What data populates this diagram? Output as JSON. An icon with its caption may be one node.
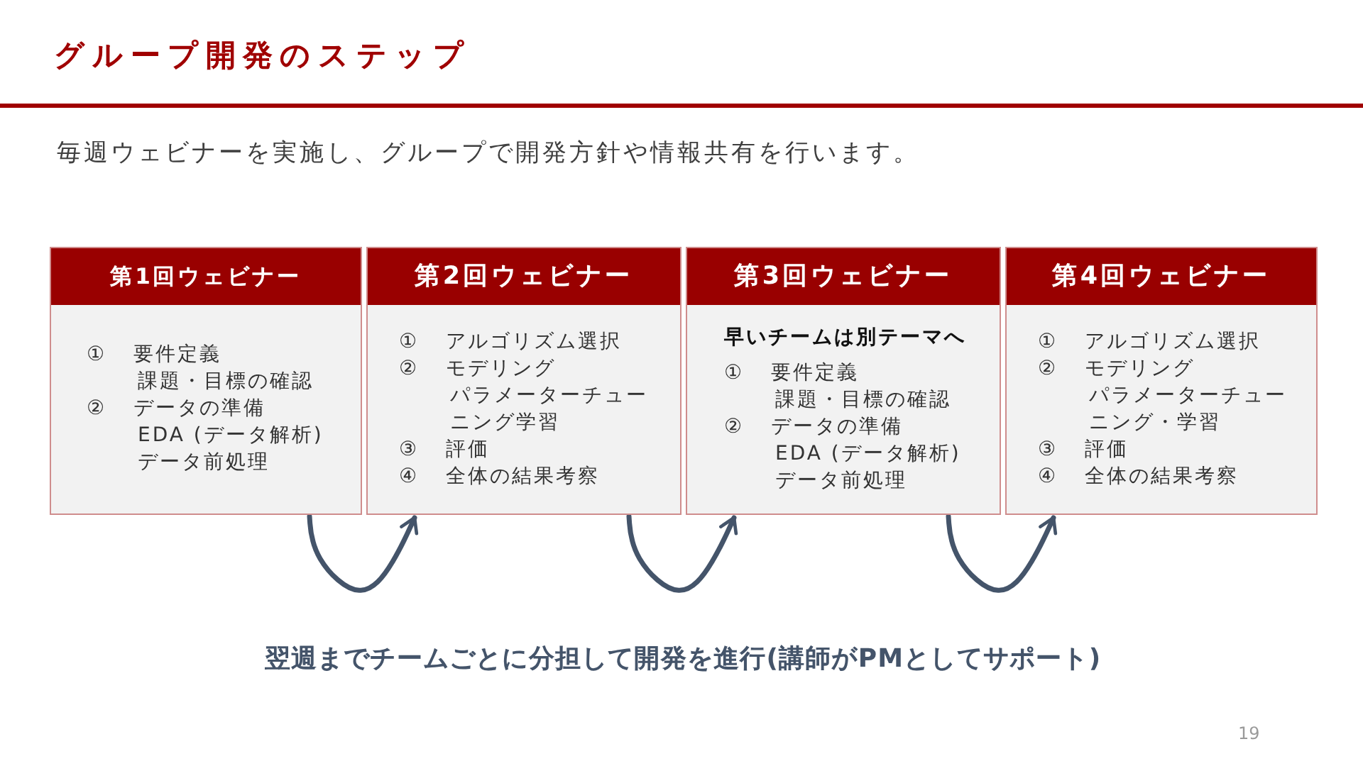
{
  "diagram": {
    "title": "グループ開発のステップ",
    "nodes": [
      {
        "text": [
          "第1回ウェビナー",
          "① 要件定義",
          "課題・目標の確認",
          "② データの準備",
          "EDA (データ解析)",
          "データ前処理"
        ]
      },
      {
        "text": [
          "第2回ウェビナー",
          "① アルゴリズム選択",
          "② モデリング",
          "パラメーターチューニング学習",
          "③ 評価",
          "④ 全体の結果考察"
        ]
      },
      {
        "text": [
          "第3回ウェビナー",
          "早いチームは別テーマへ",
          "① 要件定義",
          "課題・目標の確認",
          "② データの準備",
          "EDA (データ解析)",
          "データ前処理"
        ]
      },
      {
        "text": [
          "第4回ウェビナー",
          "① アルゴリズム選択",
          "② モデリング",
          "パラメーターチューニング・学習",
          "③ 評価",
          "④ 全体の結果考察"
        ]
      }
    ],
    "edges": [
      {
        "from": 0,
        "to": 1,
        "arrow": "to"
      },
      {
        "from": 1,
        "to": 2,
        "arrow": "to"
      },
      {
        "from": 2,
        "to": 3,
        "arrow": "to"
      }
    ],
    "labels": [
      "毎週ウェビナーを実施し、グループで開発方針や情報共有を行います。",
      "翌週までチームごとに分担して開発を進行(講師がPMとしてサポート)",
      "19"
    ]
  }
}
